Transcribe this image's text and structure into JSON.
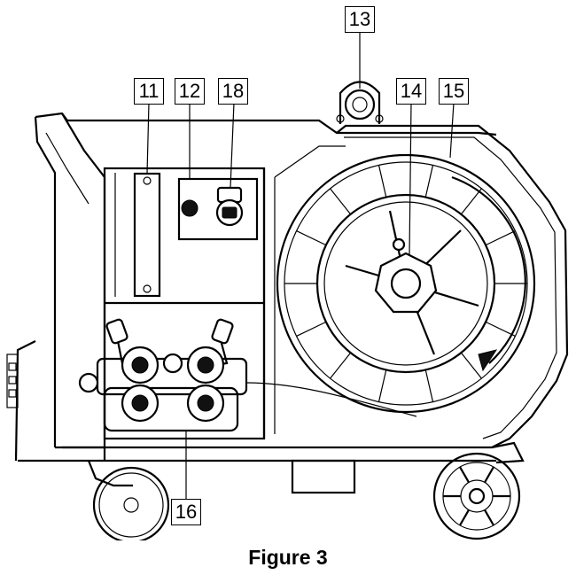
{
  "figure": {
    "caption": "Figure 3"
  },
  "callouts": [
    {
      "id": "callout-11",
      "label": "11"
    },
    {
      "id": "callout-12",
      "label": "12"
    },
    {
      "id": "callout-18",
      "label": "18"
    },
    {
      "id": "callout-13",
      "label": "13"
    },
    {
      "id": "callout-14",
      "label": "14"
    },
    {
      "id": "callout-15",
      "label": "15"
    },
    {
      "id": "callout-16",
      "label": "16"
    }
  ],
  "colors": {
    "line": "#000000",
    "background": "#ffffff"
  }
}
